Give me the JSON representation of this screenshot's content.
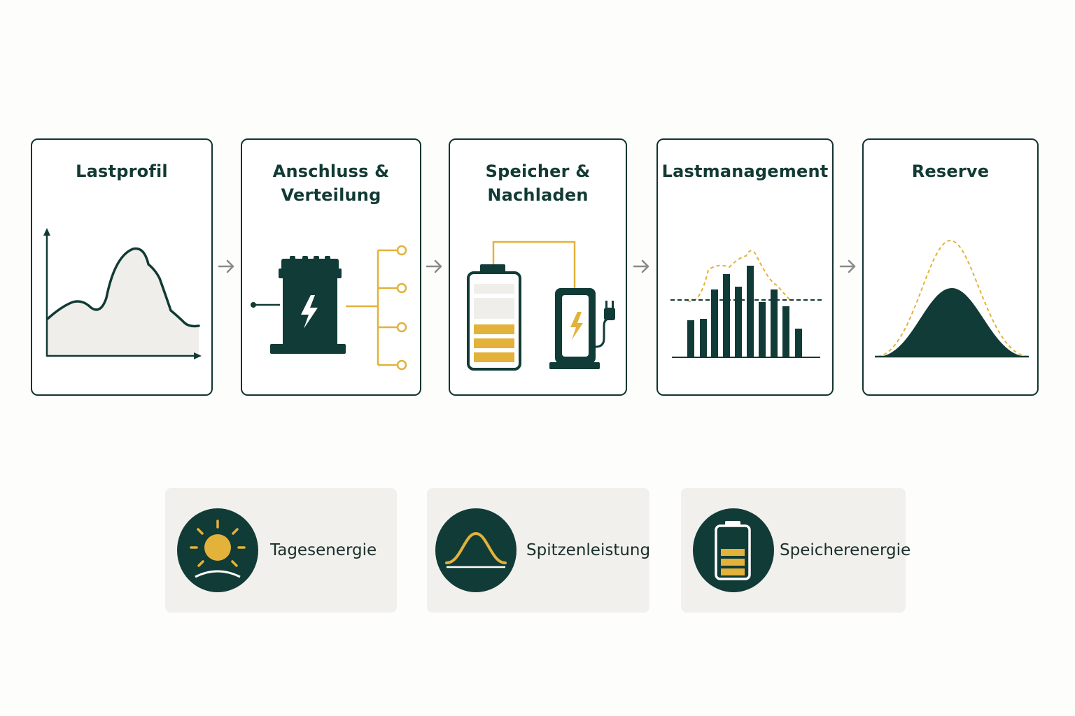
{
  "colors": {
    "primary": "#113b36",
    "accent": "#e2b23a",
    "border": "#12342f",
    "panel": "#f1f0ed",
    "arrow": "#8a8a8a"
  },
  "steps": [
    {
      "title": "Lastprofil",
      "icon": "load-curve-chart-icon"
    },
    {
      "title": "Anschluss &\nVerteilung",
      "icon": "transformer-distribution-icon"
    },
    {
      "title": "Speicher &\nNachladen",
      "icon": "battery-charger-icon"
    },
    {
      "title": "Lastmanagement",
      "icon": "peak-shaving-bar-chart-icon"
    },
    {
      "title": "Reserve",
      "icon": "reserve-bell-curve-icon"
    }
  ],
  "legend": [
    {
      "label": "Tagesenergie",
      "icon": "sun-icon"
    },
    {
      "label": "Spitzenleistung",
      "icon": "peak-curve-icon"
    },
    {
      "label": "Speicherenergie",
      "icon": "battery-icon"
    }
  ]
}
